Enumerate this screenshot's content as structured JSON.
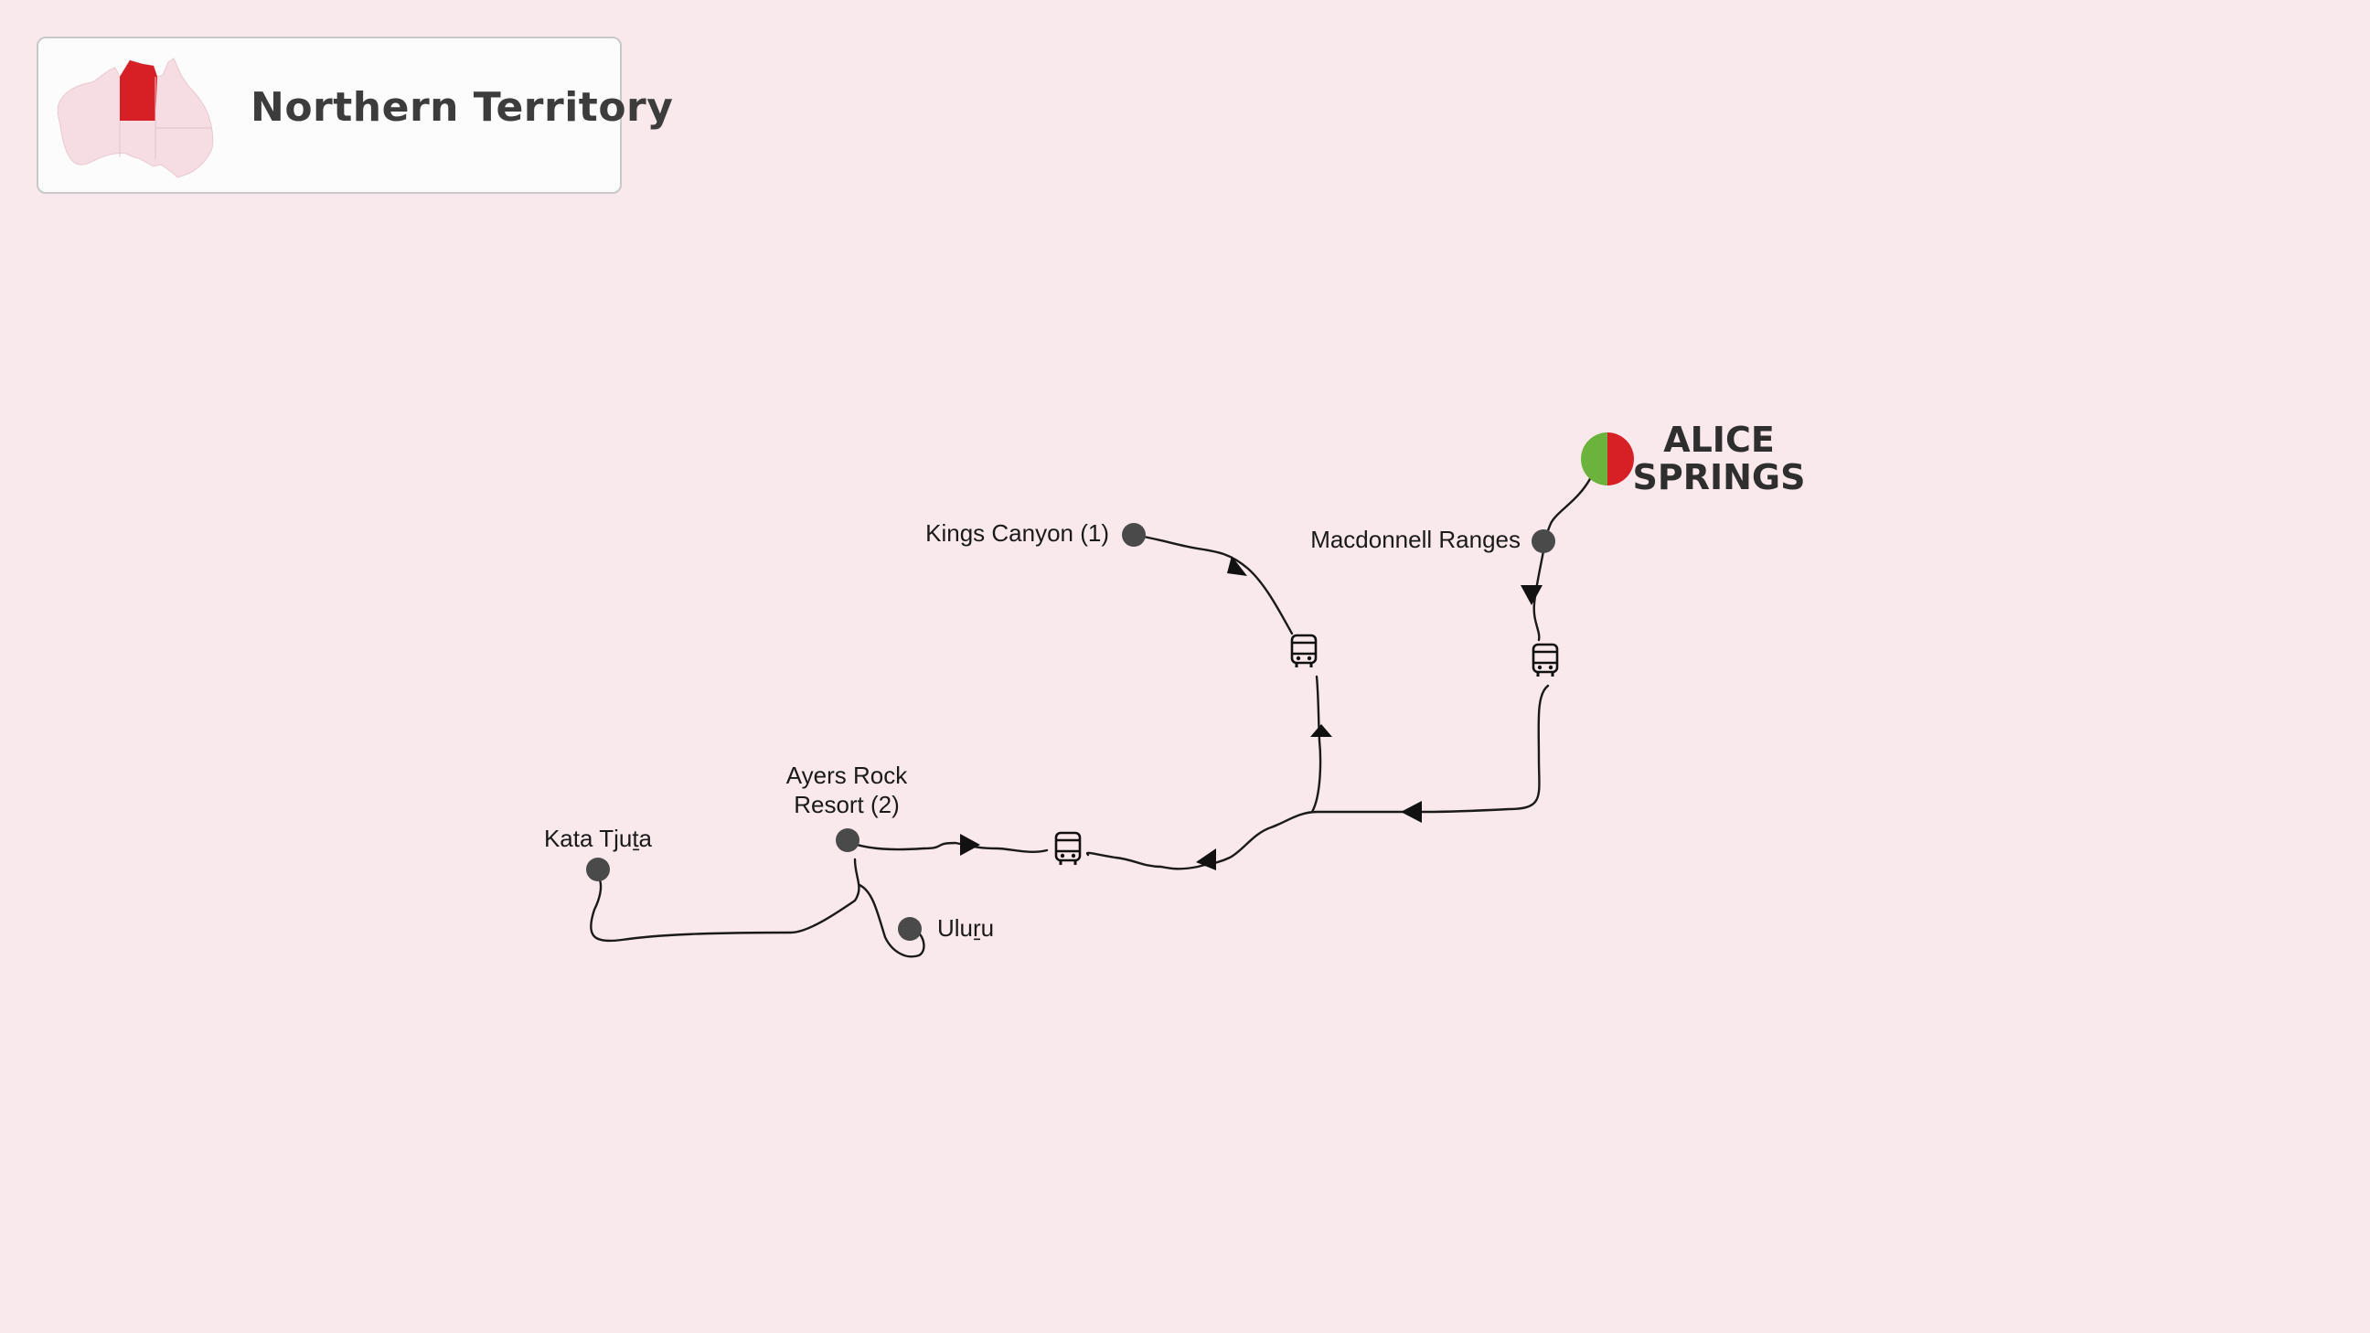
{
  "region": {
    "title": "Northern Territory",
    "highlight_color": "#d71f26"
  },
  "start": {
    "label_line1": "ALICE",
    "label_line2": "SPRINGS",
    "marker_colors": [
      "#6cb33e",
      "#d71f26"
    ]
  },
  "stops": [
    {
      "id": "macdonnell",
      "label": "Macdonnell Ranges"
    },
    {
      "id": "kings",
      "label": "Kings Canyon (1)"
    },
    {
      "id": "ayers",
      "label_line1": "Ayers Rock",
      "label_line2": "Resort (2)"
    },
    {
      "id": "kata",
      "label": "Kata Tjuṯa"
    },
    {
      "id": "uluru",
      "label": "Uluṟu"
    }
  ],
  "transport": [
    {
      "mode": "bus",
      "icon": "bus-icon"
    },
    {
      "mode": "bus",
      "icon": "bus-icon"
    },
    {
      "mode": "bus",
      "icon": "bus-icon"
    }
  ],
  "colors": {
    "background": "#f9e8ec",
    "route": "#1a1a1a",
    "stop": "#4a4a4a"
  }
}
